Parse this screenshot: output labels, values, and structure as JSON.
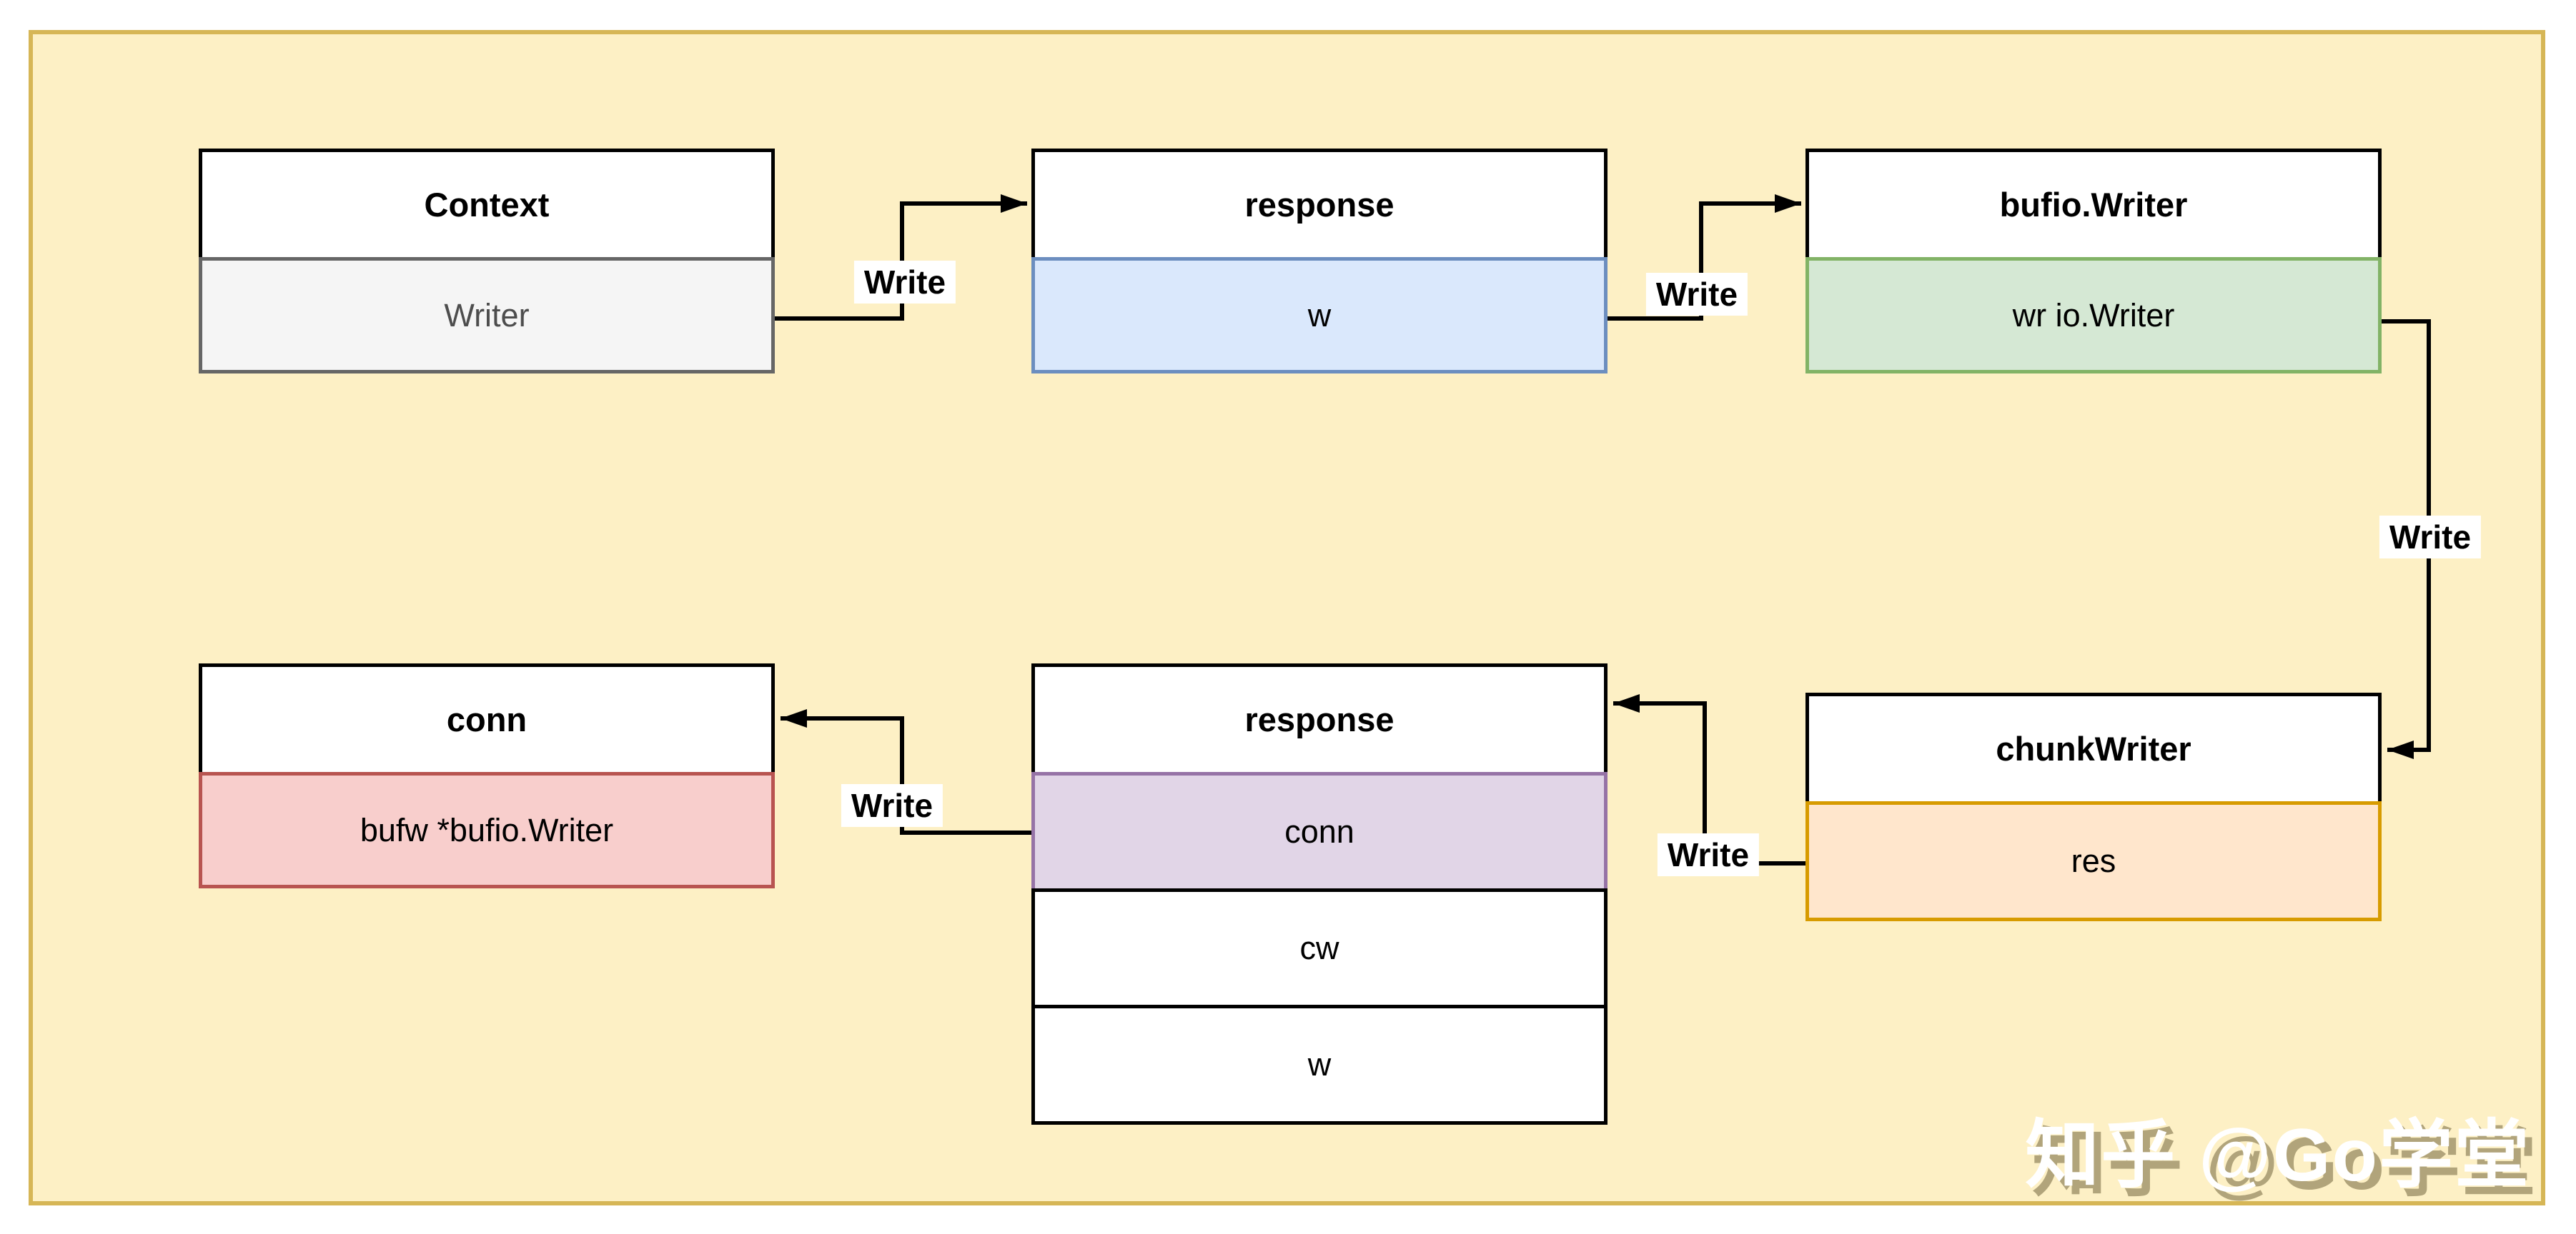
{
  "diagram": {
    "background_color": "#fdf0c5",
    "frame_border_color": "#d6b656",
    "arrow_color": "#000000",
    "watermark": "知乎 @Go学堂",
    "nodes": {
      "context": {
        "title": "Context",
        "fields": [
          {
            "label": "Writer",
            "fill": "#f5f5f5",
            "border": "#666666"
          }
        ]
      },
      "response_top": {
        "title": "response",
        "fields": [
          {
            "label": "w",
            "fill": "#dae8fc",
            "border": "#6c8ebf"
          }
        ]
      },
      "bufio_writer": {
        "title": "bufio.Writer",
        "fields": [
          {
            "label": "wr io.Writer",
            "fill": "#d5e8d4",
            "border": "#82b366"
          }
        ]
      },
      "chunk_writer": {
        "title": "chunkWriter",
        "fields": [
          {
            "label": "res",
            "fill": "#ffe6cc",
            "border": "#d79b00"
          }
        ]
      },
      "response_bottom": {
        "title": "response",
        "fields": [
          {
            "label": "conn",
            "fill": "#e1d5e7",
            "border": "#9673a6"
          },
          {
            "label": "cw",
            "fill": "#ffffff",
            "border": "#000000"
          },
          {
            "label": "w",
            "fill": "#ffffff",
            "border": "#000000"
          }
        ]
      },
      "conn": {
        "title": "conn",
        "fields": [
          {
            "label": "bufw *bufio.Writer",
            "fill": "#f8cecc",
            "border": "#b85450"
          }
        ]
      }
    },
    "edges": [
      {
        "id": "context-to-response",
        "label": "Write"
      },
      {
        "id": "response-to-bufio-writer",
        "label": "Write"
      },
      {
        "id": "bufio-writer-to-chunk-writer",
        "label": "Write"
      },
      {
        "id": "chunk-writer-to-response",
        "label": "Write"
      },
      {
        "id": "response-to-conn",
        "label": "Write"
      }
    ]
  }
}
